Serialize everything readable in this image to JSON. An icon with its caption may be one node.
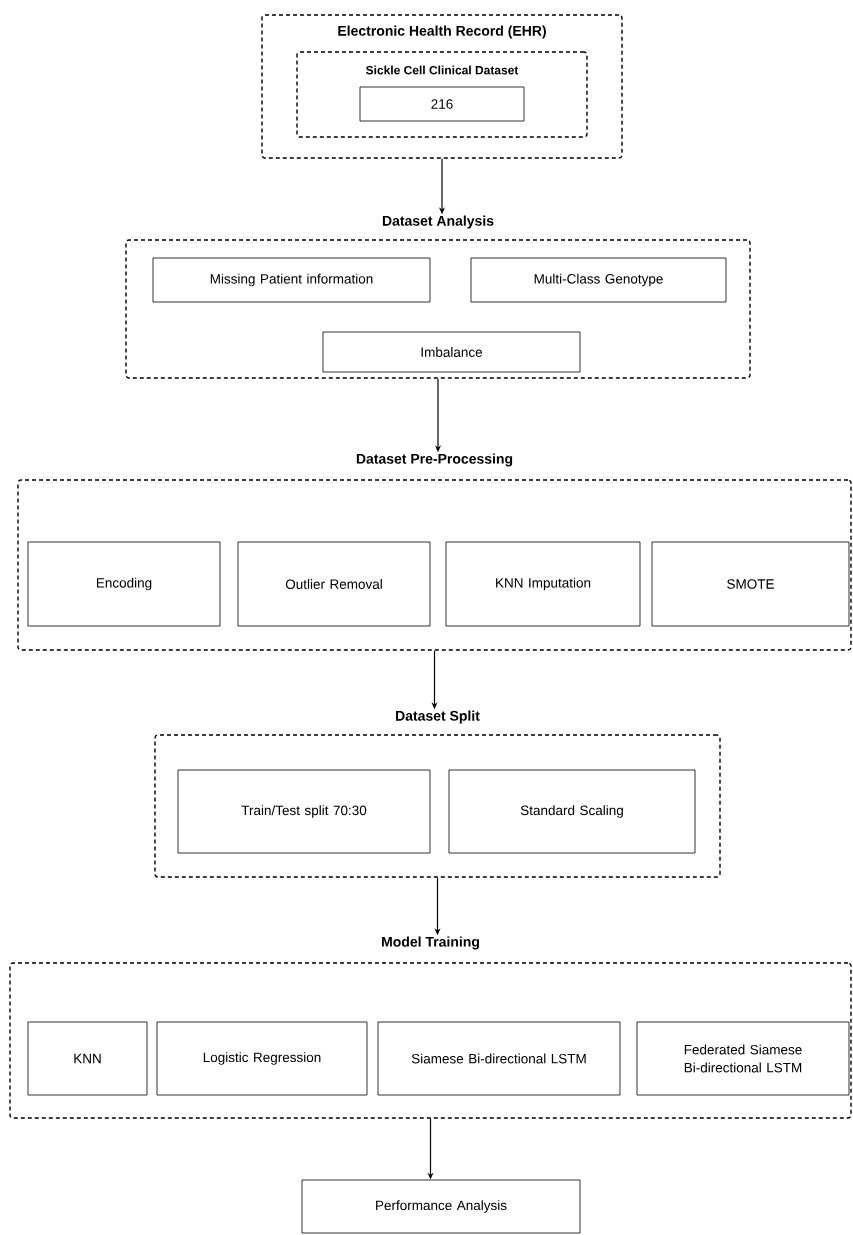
{
  "diagram": {
    "nodes": [
      {
        "text": [
          "Electronic Health Record (EHR)"
        ]
      },
      {
        "text": [
          "Sickle Cell Clinical Dataset"
        ],
        "in": 0
      },
      {
        "text": [
          "216"
        ],
        "in": 1
      },
      {
        "text": [
          "Dataset Analysis"
        ]
      },
      {
        "text": [
          "Missing Patient information"
        ],
        "in": 3
      },
      {
        "text": [
          "Multi-Class Genotype"
        ],
        "in": 3
      },
      {
        "text": [
          "Imbalance"
        ],
        "in": 3
      },
      {
        "text": [
          "Dataset Pre-Processing"
        ]
      },
      {
        "text": [
          "Encoding"
        ],
        "in": 7
      },
      {
        "text": [
          "Outlier Removal"
        ],
        "in": 7
      },
      {
        "text": [
          "KNN Imputation"
        ],
        "in": 7
      },
      {
        "text": [
          "SMOTE"
        ],
        "in": 7
      },
      {
        "text": [
          "Dataset Split"
        ]
      },
      {
        "text": [
          "Train/Test split 70:30"
        ],
        "in": 12
      },
      {
        "text": [
          "Standard Scaling"
        ],
        "in": 12
      },
      {
        "text": [
          "Model Training"
        ]
      },
      {
        "text": [
          "KNN"
        ],
        "in": 15
      },
      {
        "text": [
          "Logistic Regression"
        ],
        "in": 15
      },
      {
        "text": [
          "Siamese Bi-directional LSTM"
        ],
        "in": 15
      },
      {
        "text": [
          "Federated Siamese Bi-directional LSTM"
        ],
        "in": 15
      },
      {
        "text": [
          "Performance Analysis"
        ]
      }
    ],
    "edges": [
      {
        "from": 0,
        "to": 3,
        "arrow": "to"
      },
      {
        "from": 3,
        "to": 7,
        "arrow": "to"
      },
      {
        "from": 7,
        "to": 12,
        "arrow": "to"
      },
      {
        "from": 12,
        "to": 15,
        "arrow": "to"
      },
      {
        "from": 15,
        "to": 20,
        "arrow": "to"
      }
    ]
  }
}
